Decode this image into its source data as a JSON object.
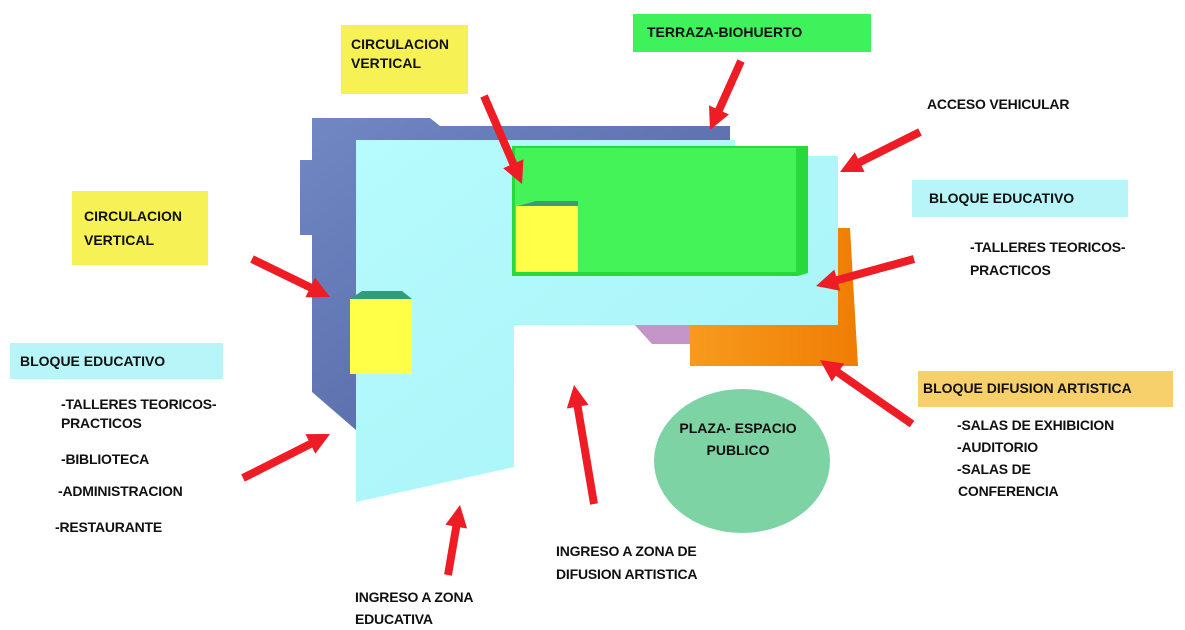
{
  "colors": {
    "arrow": "#ee1c24",
    "educational_block": "#b6fbfd",
    "back_mass": "#6e83c2",
    "roof_garden": "#29e63c",
    "vertical_circulation": "#ffff4a",
    "artistic_block": "#f58a0f",
    "plaza": "#7ed3a4"
  },
  "labels": {
    "circ_vertical_top": [
      "CIRCULACION",
      "VERTICAL"
    ],
    "terraza": "TERRAZA-BIOHUERTO",
    "acceso_vehicular": "ACCESO VEHICULAR",
    "bloque_educativo_right": "BLOQUE EDUCATIVO",
    "talleres_right": [
      "-TALLERES TEORICOS-",
      "PRACTICOS"
    ],
    "circ_vertical_left": [
      "CIRCULACION",
      "VERTICAL"
    ],
    "bloque_educativo_left": "BLOQUE EDUCATIVO",
    "left_list": [
      "-TALLERES TEORICOS-",
      "PRACTICOS",
      "-BIBLIOTECA",
      "-ADMINISTRACION",
      "-RESTAURANTE"
    ],
    "bloque_difusion": "BLOQUE DIFUSION ARTISTICA",
    "difusion_list": [
      "-SALAS DE EXHIBICION",
      "-AUDITORIO",
      "-SALAS DE",
      "CONFERENCIA"
    ],
    "plaza": [
      "PLAZA- ESPACIO",
      "PUBLICO"
    ],
    "ingreso_difusion": [
      "INGRESO A ZONA DE",
      "DIFUSION ARTISTICA"
    ],
    "ingreso_educativa": [
      "INGRESO A ZONA",
      "EDUCATIVA"
    ]
  }
}
